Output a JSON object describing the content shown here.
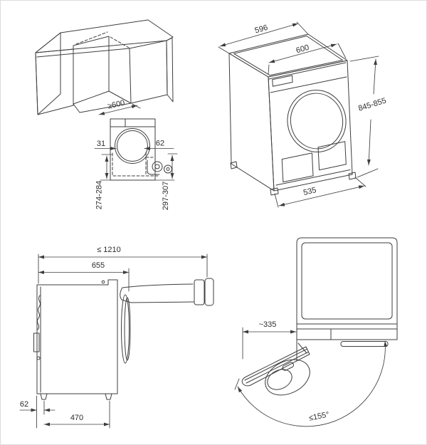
{
  "colors": {
    "line": "#3e3e3e",
    "text": "#2c2c2c",
    "background": "#ffffff",
    "foot_fill": "#333333",
    "door_sill_fill": "#e3e3e3"
  },
  "views": {
    "niche": {
      "width": "≥600",
      "front": {
        "left_offset": "31",
        "right_offset": "62",
        "left_height": "274-284",
        "right_height": "297-307"
      }
    },
    "machine": {
      "top_width": "596",
      "top_depth": "600",
      "height": "845-855",
      "feet_width": "535"
    },
    "side": {
      "total_depth_door_open": "≤ 1210",
      "depth": "655",
      "rear_foot_offset": "62",
      "feet_distance": "470"
    },
    "top": {
      "door_projection": "~335",
      "door_opening_angle": "≤155°"
    }
  }
}
